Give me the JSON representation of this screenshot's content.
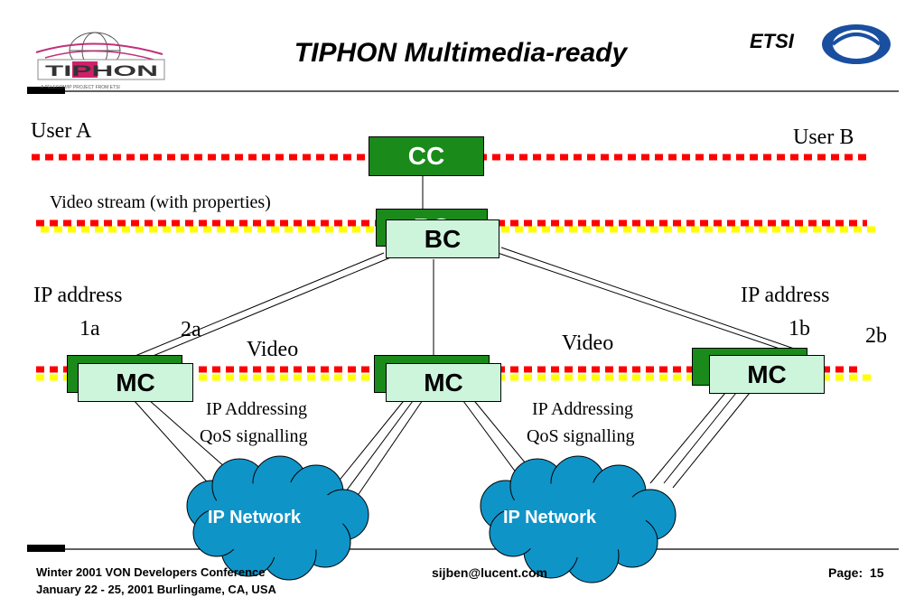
{
  "title": "TIPHON Multimedia-ready",
  "logos": {
    "left_text": "TIPHON",
    "left_tagline": "A TELECOM/IP PROJECT FROM ETSI",
    "right_text": "ETSI"
  },
  "labels": {
    "user_a": "User A",
    "user_b": "User B",
    "video_stream": "Video stream (with properties)",
    "ip_address_left": "IP address",
    "ip_address_right": "IP address",
    "id_1a": "1a",
    "id_2a": "2a",
    "id_1b": "1b",
    "id_2b": "2b",
    "video_left": "Video",
    "video_right": "Video",
    "ip_addressing_left": "IP Addressing",
    "qos_left": "QoS signalling",
    "ip_addressing_right": "IP Addressing",
    "qos_right": "QoS signalling"
  },
  "nodes": {
    "cc": "CC",
    "bc": "BC",
    "bc_behind": "BC",
    "mc_left": "MC",
    "mc_center": "MC",
    "mc_right": "MC"
  },
  "clouds": {
    "left": "IP Network",
    "right": "IP Network"
  },
  "footer": {
    "line1": "Winter 2001 VON Developers Conference",
    "line2": "January 22 - 25, 2001  Burlingame, CA, USA",
    "email": "sijben@lucent.com",
    "page_label": "Page:",
    "page_number": "15"
  },
  "colors": {
    "red_dash": "#ff0000",
    "yellow_dash": "#ffff00",
    "cc_green": "#1a8a1a",
    "mint": "#ccf5dc",
    "cloud_blue": "#0f94c8",
    "accent_bar": "#000000"
  }
}
